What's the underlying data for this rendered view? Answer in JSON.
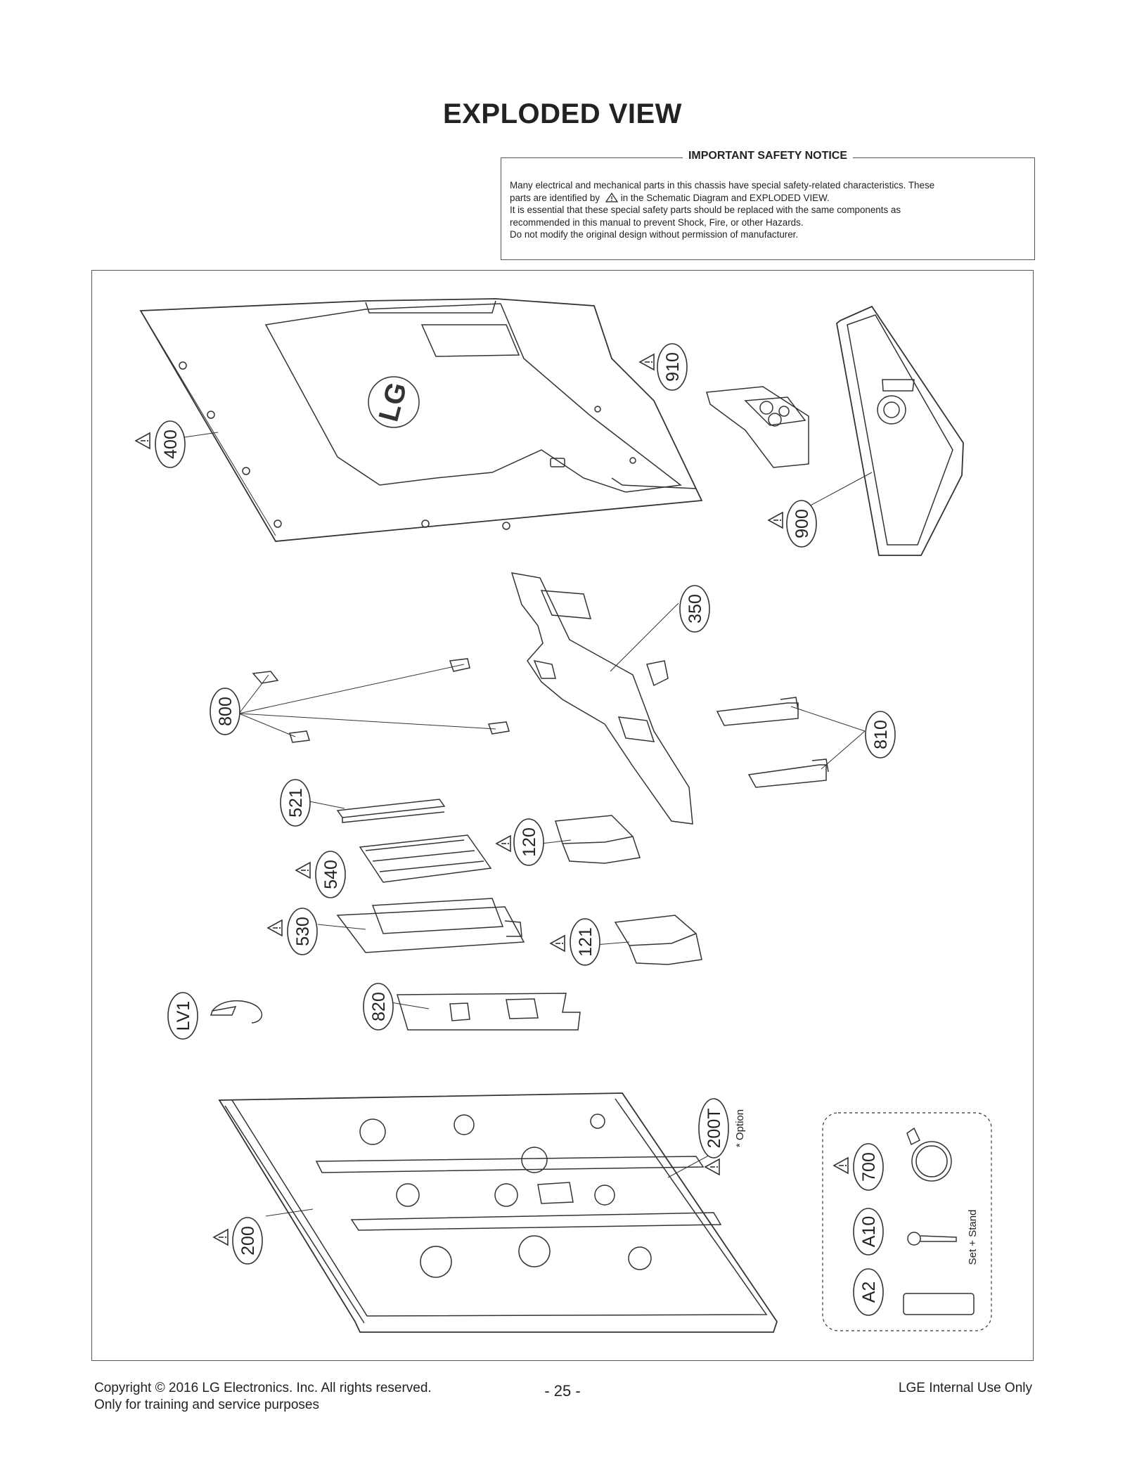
{
  "page_title": "EXPLODED VIEW",
  "notice": {
    "heading": "IMPORTANT SAFETY NOTICE",
    "line1": "Many electrical and mechanical parts in this chassis have special safety-related characteristics. These",
    "line2_pre": "parts are identified by",
    "line2_post": "in the Schematic Diagram and EXPLODED VIEW.",
    "line3": "It is essential that these special safety parts should be replaced with the same components as",
    "line4": "recommended in this manual to prevent Shock, Fire, or other Hazards.",
    "line5": "Do not modify the original design without permission of manufacturer."
  },
  "parts": {
    "p400": "400",
    "p910": "910",
    "p900": "900",
    "p350": "350",
    "p800": "800",
    "p810": "810",
    "p521": "521",
    "p120": "120",
    "p540": "540",
    "p530": "530",
    "p121": "121",
    "pLV1": "LV1",
    "p820": "820",
    "p200": "200",
    "p200T": "200T",
    "p700": "700",
    "pA10": "A10",
    "pA2": "A2"
  },
  "option_label": "* Option",
  "set_stand_label": "Set + Stand",
  "logo_text": "LG",
  "footer": {
    "copyright": "Copyright  © 2016 LG Electronics. Inc. All rights reserved.",
    "purpose": "Only for training and service purposes",
    "page_number": "- 25 -",
    "internal": "LGE Internal Use Only"
  }
}
